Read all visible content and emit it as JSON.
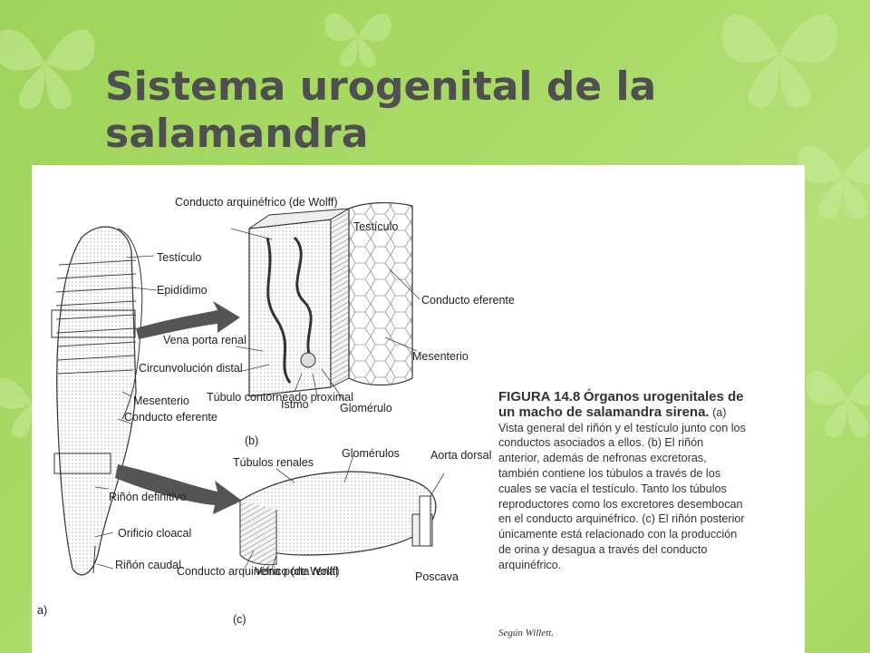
{
  "title": "Sistema urogenital de la salamandra",
  "figure": {
    "labels_b": {
      "conducto_arquinefrico": "Conducto arquinéfrico (de Wolff)",
      "testiculo": "Testículo",
      "conducto_eferente": "Conducto eferente",
      "mesenterio": "Mesenterio",
      "vena_porta": "Vena porta renal",
      "circunvolucion": "Circunvolución distal",
      "tubulo": "Túbulo contorneado proximal",
      "istmo": "Istmo",
      "glomerulo": "Glomérulo",
      "panel": "(b)"
    },
    "labels_a": {
      "testiculo": "Testículo",
      "epididimo": "Epidídimo",
      "mesenterio": "Mesenterio",
      "conducto_eferente": "Conducto eferente",
      "rinon_definitivo": "Riñón definitivo",
      "orificio": "Orificio cloacal",
      "rinon_caudal": "Riñón caudal",
      "panel": "a)"
    },
    "labels_c": {
      "tubulos": "Túbulos renales",
      "glomerulos": "Glomérulos",
      "aorta": "Aorta dorsal",
      "conducto": "Conducto arquinéfrico (de Wolff)",
      "vena": "Vena porta renal",
      "poscava": "Poscava",
      "panel": "(c)"
    },
    "caption": {
      "label": "FIGURA 14.8",
      "bold_title": "Órganos urogenitales de un macho de salamandra sirena.",
      "text": "(a) Vista general del riñón y el testículo junto con los conductos asociados a ellos. (b) El riñón anterior, además de nefronas excretoras, también contiene los túbulos a través de los cuales se vacía el testículo. Tanto los túbulos reproductores como los excretores desembocan en el conducto arquinéfrico. (c) El riñón posterior únicamente está relacionado con la producción de orina y desagua a través del conducto arquinéfrico.",
      "credit": "Según Willett."
    }
  }
}
